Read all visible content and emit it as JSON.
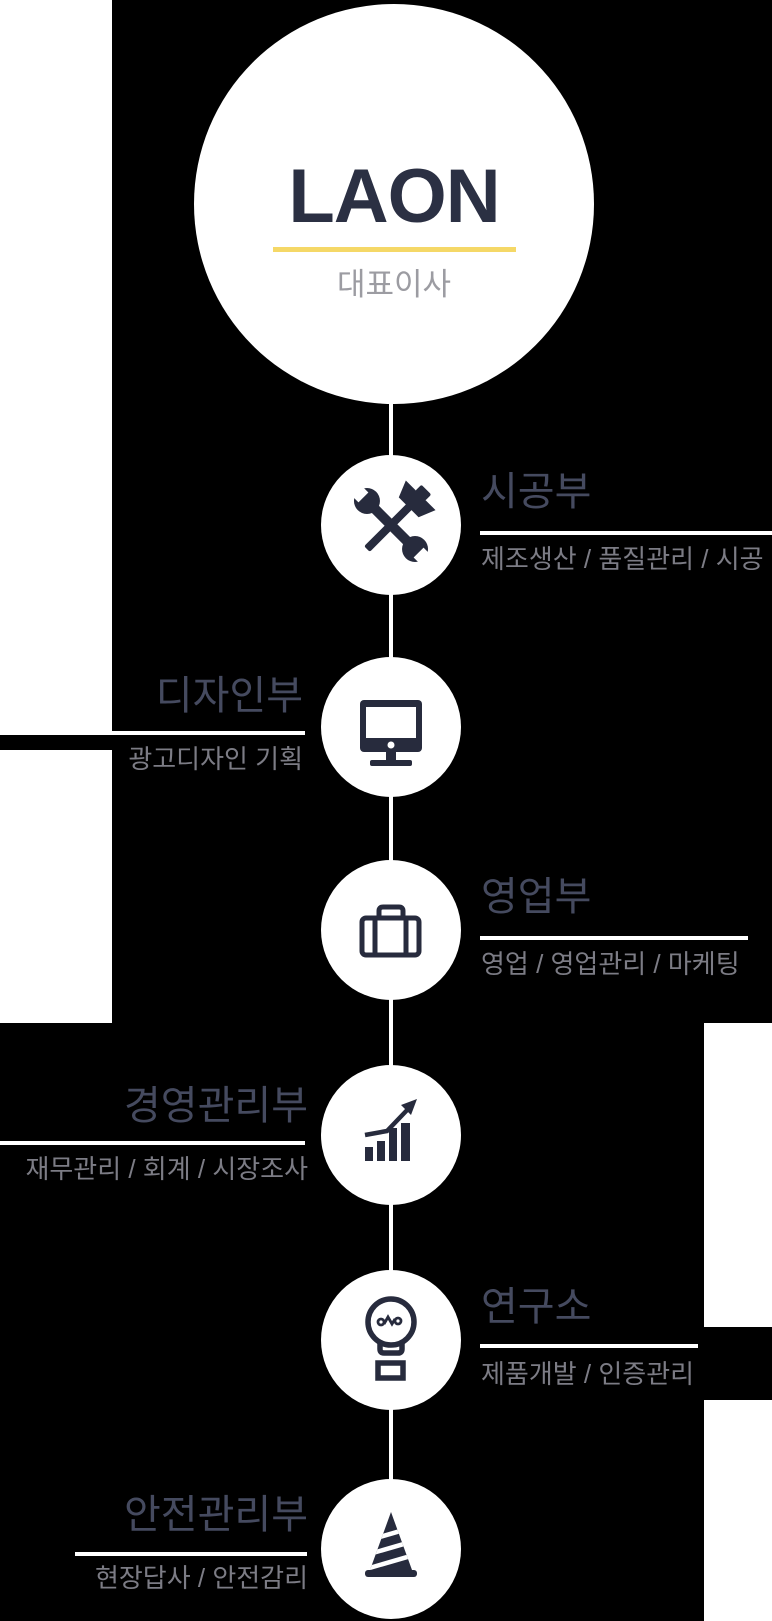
{
  "org": {
    "company": "LAON",
    "ceo_label": "대표이사",
    "departments": [
      {
        "side": "right",
        "name": "시공부",
        "desc": "제조생산 / 품질관리 / 시공",
        "icon": "tools-icon"
      },
      {
        "side": "left",
        "name": "디자인부",
        "desc": "광고디자인 기획",
        "icon": "monitor-icon"
      },
      {
        "side": "right",
        "name": "영업부",
        "desc": "영업 / 영업관리 / 마케팅",
        "icon": "briefcase-icon"
      },
      {
        "side": "left",
        "name": "경영관리부",
        "desc": "재무관리 / 회계 / 시장조사",
        "icon": "bar-chart-icon"
      },
      {
        "side": "right",
        "name": "연구소",
        "desc": "제품개발 / 인증관리",
        "icon": "lightbulb-icon"
      },
      {
        "side": "left",
        "name": "안전관리부",
        "desc": "현장답사 / 안전감리",
        "icon": "cone-icon"
      }
    ],
    "colors": {
      "background": "#000000",
      "circle": "#ffffff",
      "logo_text": "#2b3043",
      "logo_rule": "#f5d867",
      "ceo_label": "#9c9ca2",
      "dept_title": "#454a5f",
      "dept_desc": "#7c7c85",
      "icon": "#272b3d"
    }
  }
}
